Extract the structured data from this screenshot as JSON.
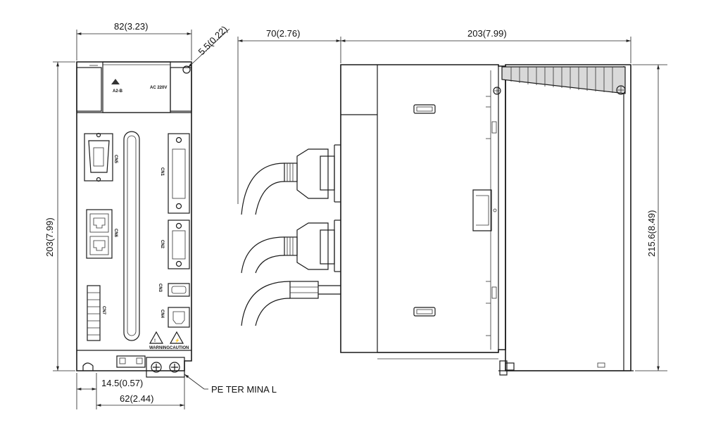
{
  "dimensions": {
    "front_width": "82(3.23)",
    "corner_offset": "5.5(0.22)",
    "front_height": "203(7.99)",
    "side_depth": "203(7.99)",
    "connector_depth": "70(2.76)",
    "side_height": "215.6(8.49)",
    "pe_offset": "14.5(0.57)",
    "pe_span": "62(2.44)"
  },
  "labels": {
    "pe_terminal": "PE TER MINA L",
    "cn5": "CN5",
    "cn1": "CN1",
    "cn6": "CN6",
    "cn2": "CN2",
    "cn3": "CN3",
    "cn7": "CN7",
    "cn4": "CN4",
    "warning": "WARNING",
    "caution": "CAUTION",
    "nameplate_voltage": "AC 220V"
  },
  "colors": {
    "line": "#1a1a1a",
    "background": "#ffffff"
  }
}
